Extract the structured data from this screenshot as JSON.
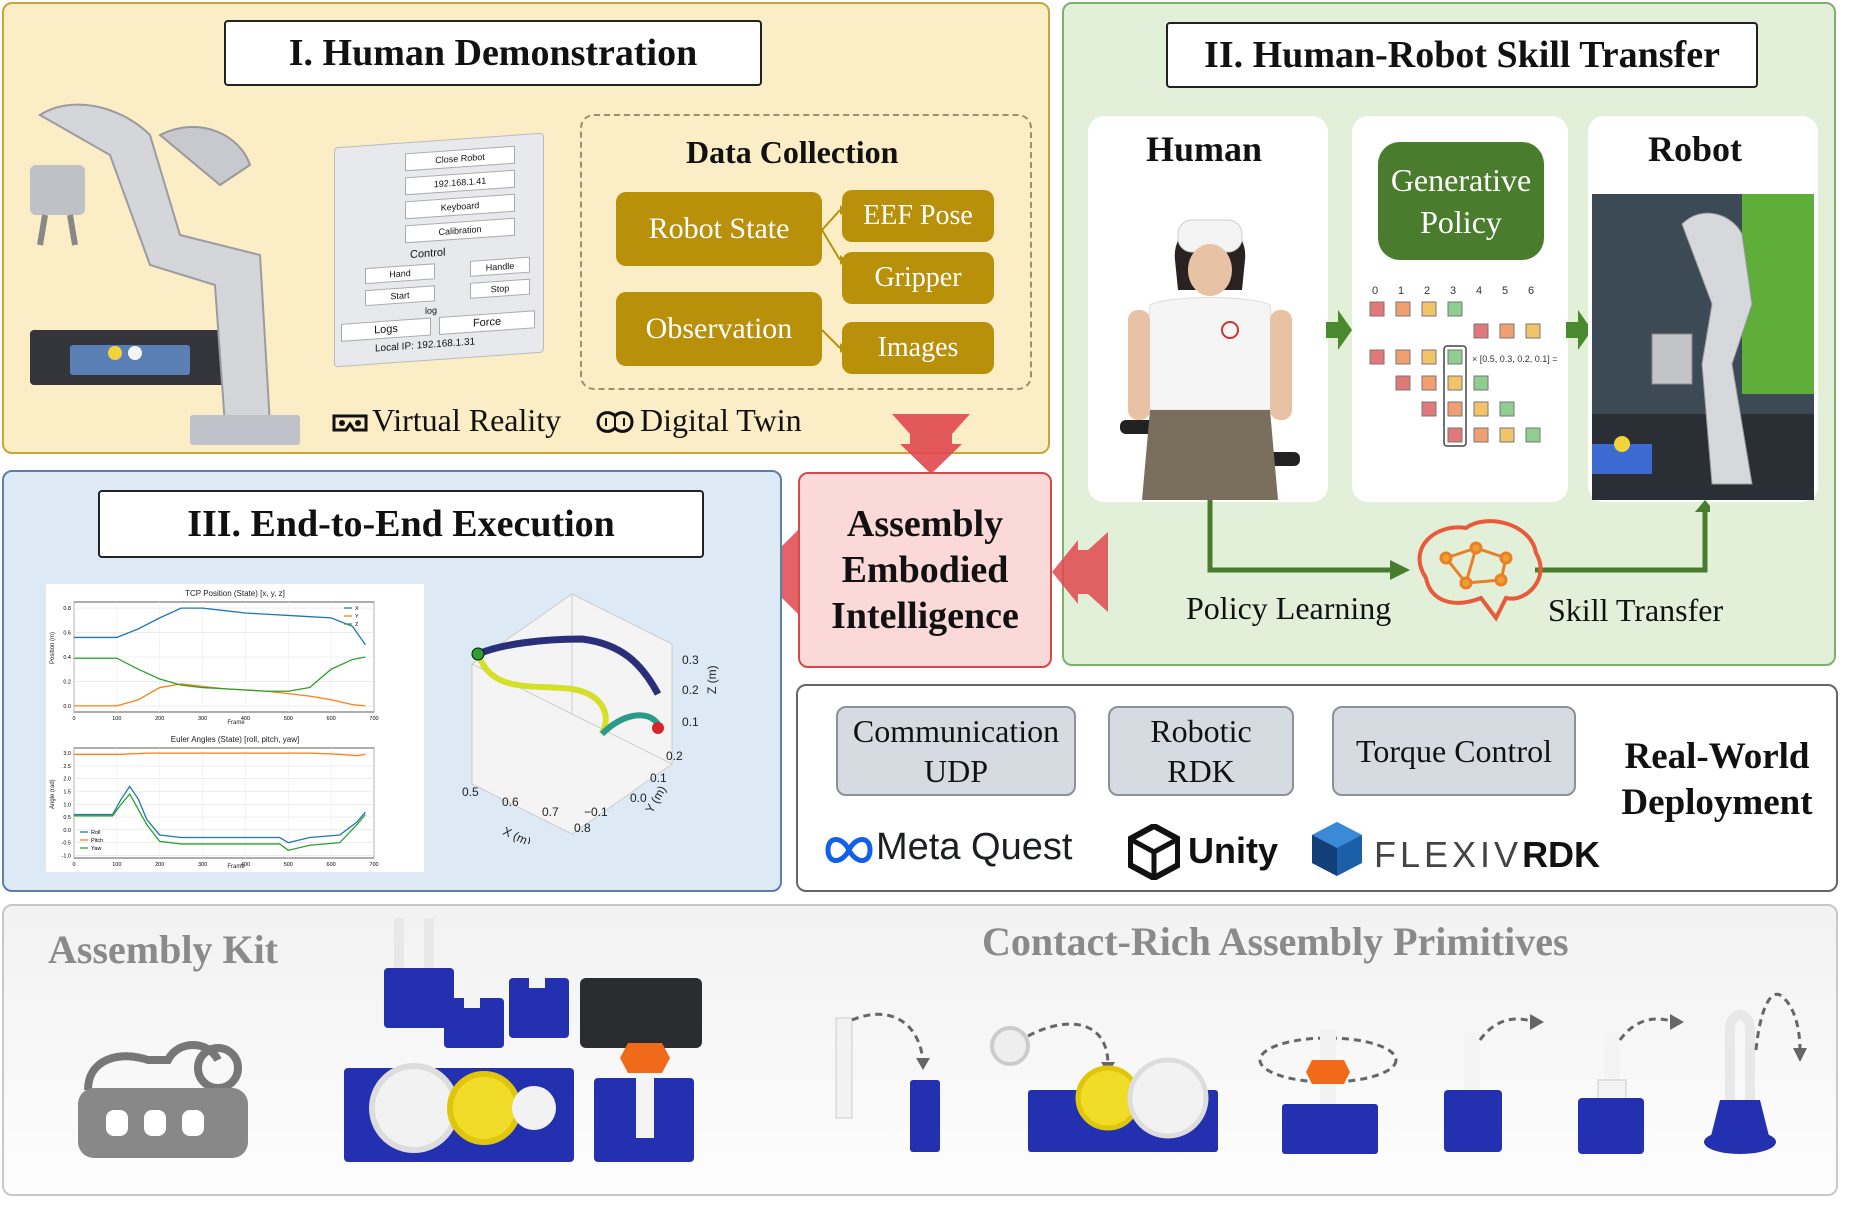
{
  "panels": {
    "human_demo": {
      "title": "I. Human Demonstration",
      "vr_ui": {
        "buttons": [
          "Close Robot",
          "192.168.1.41",
          "Keyboard",
          "Calibration"
        ],
        "control_label": "Control",
        "control_buttons": [
          "Hand",
          "Handle",
          "Start",
          "Stop"
        ],
        "log_label": "log",
        "bottom_buttons": [
          "Logs",
          "Force"
        ],
        "local_ip": "Local IP: 192.168.1.31"
      },
      "data_collection": {
        "title": "Data Collection",
        "robot_state": "Robot State",
        "observation": "Observation",
        "eef_pose": "EEF Pose",
        "gripper": "Gripper",
        "images": "Images"
      },
      "footer": {
        "vr": "Virtual Reality",
        "dt": "Digital Twin"
      }
    },
    "skill_transfer": {
      "title": "II. Human-Robot Skill Transfer",
      "human": "Human",
      "robot": "Robot",
      "policy": "Generative Policy",
      "token_indices": [
        "0",
        "1",
        "2",
        "3",
        "4",
        "5",
        "6"
      ],
      "token_vector": "× [0.5, 0.3, 0.2, 0.1] =",
      "policy_learning": "Policy Learning",
      "skill_transfer": "Skill Transfer"
    },
    "center": {
      "line1": "Assembly",
      "line2": "Embodied",
      "line3": "Intelligence"
    },
    "execution": {
      "title": "III. End-to-End Execution",
      "plot1_title": "TCP Position (State) [x, y, z]",
      "plot1_ylabel": "Position (m)",
      "plot1_legend": [
        "X",
        "Y",
        "Z"
      ],
      "plot2_title": "Euler Angles (State) [roll, pitch, yaw]",
      "plot2_ylabel": "Angle (rad)",
      "plot2_legend": [
        "Roll",
        "Pitch",
        "Yaw"
      ],
      "xlabel": "Frame",
      "plot3d": {
        "xlabel": "X (m)",
        "ylabel": "Y (m)",
        "zlabel": "Z (m)"
      }
    },
    "deployment": {
      "btn1_line1": "Communication",
      "btn1_line2": "UDP",
      "btn2_line1": "Robotic",
      "btn2_line2": "RDK",
      "btn3": "Torque Control",
      "label_line1": "Real-World",
      "label_line2": "Deployment",
      "logo_meta": "Meta Quest",
      "logo_unity": "Unity",
      "logo_flexiv_a": "FLEXIV",
      "logo_flexiv_b": "RDK"
    },
    "assembly": {
      "kit": "Assembly Kit",
      "primitives": "Contact-Rich Assembly Primitives"
    }
  },
  "colors": {
    "panel1_bg": "#fbedc5",
    "panel1_border": "#c9a43b",
    "panel2_bg": "#e2efd9",
    "panel2_border": "#7fb069",
    "panel3_bg": "#dde9f5",
    "panel3_border": "#5a7fa8",
    "center_bg": "#fcd9d9",
    "center_border": "#d44a4a",
    "gold": "#b8900a",
    "green_dark": "#4a7c2e",
    "red_arrow": "#e0474c"
  },
  "chart_data": [
    {
      "type": "line",
      "title": "TCP Position (State) [x, y, z]",
      "xlabel": "Frame",
      "ylabel": "Position (m)",
      "xlim": [
        0,
        700
      ],
      "ylim": [
        -0.05,
        0.85
      ],
      "xticks": [
        0,
        100,
        200,
        300,
        400,
        500,
        600,
        700
      ],
      "yticks": [
        0.0,
        0.2,
        0.4,
        0.6,
        0.8
      ],
      "x": [
        0,
        100,
        150,
        200,
        250,
        300,
        350,
        400,
        450,
        500,
        550,
        600,
        650,
        680
      ],
      "series": [
        {
          "name": "X",
          "color": "#1f77b4",
          "values": [
            0.56,
            0.56,
            0.63,
            0.72,
            0.8,
            0.8,
            0.78,
            0.76,
            0.75,
            0.74,
            0.73,
            0.72,
            0.65,
            0.5
          ]
        },
        {
          "name": "Y",
          "color": "#ff7f0e",
          "values": [
            0.0,
            0.0,
            0.05,
            0.15,
            0.18,
            0.16,
            0.14,
            0.13,
            0.12,
            0.1,
            0.08,
            0.05,
            0.01,
            0.0
          ]
        },
        {
          "name": "Z",
          "color": "#2ca02c",
          "values": [
            0.39,
            0.39,
            0.3,
            0.22,
            0.17,
            0.15,
            0.14,
            0.13,
            0.12,
            0.12,
            0.15,
            0.3,
            0.38,
            0.4
          ]
        }
      ]
    },
    {
      "type": "line",
      "title": "Euler Angles (State) [roll, pitch, yaw]",
      "xlabel": "Frame",
      "ylabel": "Angle (rad)",
      "xlim": [
        0,
        700
      ],
      "ylim": [
        -1.1,
        3.2
      ],
      "xticks": [
        0,
        100,
        200,
        300,
        400,
        500,
        600,
        700
      ],
      "yticks": [
        -1.0,
        -0.5,
        0.0,
        0.5,
        1.0,
        1.5,
        2.0,
        2.5,
        3.0
      ],
      "x": [
        0,
        90,
        110,
        130,
        150,
        170,
        200,
        250,
        300,
        400,
        480,
        500,
        550,
        620,
        660,
        680
      ],
      "series": [
        {
          "name": "Roll",
          "color": "#1f77b4",
          "values": [
            0.6,
            0.6,
            1.2,
            1.7,
            1.2,
            0.4,
            -0.2,
            -0.3,
            -0.3,
            -0.3,
            -0.3,
            -0.5,
            -0.3,
            -0.2,
            0.3,
            0.7
          ]
        },
        {
          "name": "Pitch",
          "color": "#ff7f0e",
          "values": [
            2.95,
            2.95,
            2.95,
            2.97,
            2.98,
            3.0,
            3.0,
            3.0,
            3.0,
            3.0,
            3.0,
            3.0,
            3.0,
            2.95,
            2.9,
            2.95
          ]
        },
        {
          "name": "Yaw",
          "color": "#2ca02c",
          "values": [
            0.55,
            0.55,
            1.0,
            1.4,
            0.8,
            0.2,
            -0.45,
            -0.55,
            -0.55,
            -0.55,
            -0.55,
            -0.8,
            -0.6,
            -0.5,
            0.2,
            0.6
          ]
        }
      ]
    }
  ]
}
